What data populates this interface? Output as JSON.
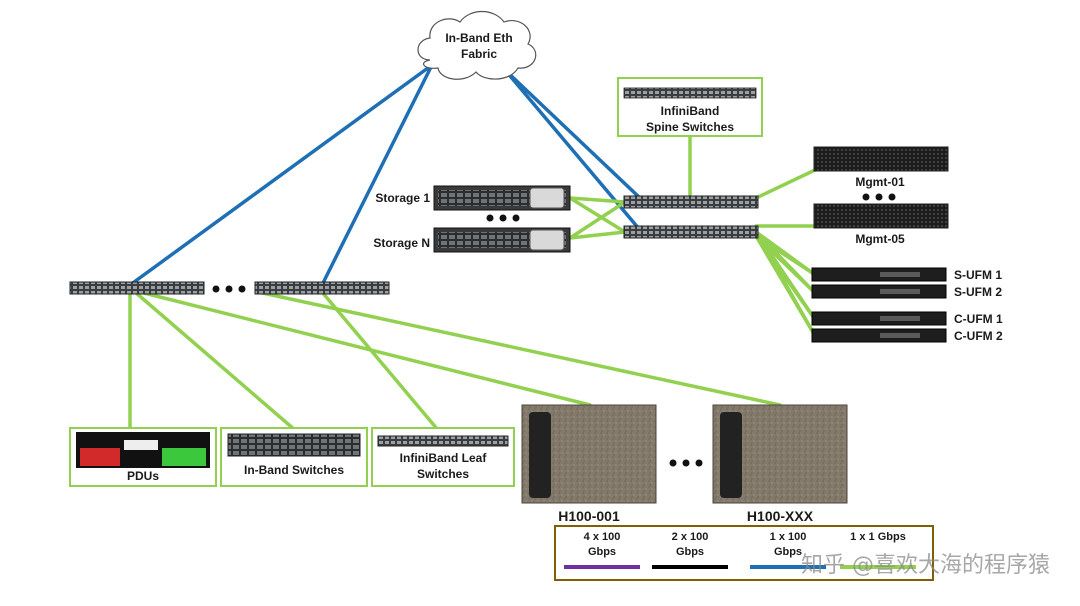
{
  "cloud": {
    "line1": "In-Band Eth",
    "line2": "Fabric"
  },
  "spine": {
    "line1": "InfiniBand",
    "line2": "Spine Switches"
  },
  "storage": {
    "first": "Storage 1",
    "last": "Storage N"
  },
  "mgmt": {
    "first": "Mgmt-01",
    "last": "Mgmt-05"
  },
  "ufm": [
    "S-UFM 1",
    "S-UFM 2",
    "C-UFM 1",
    "C-UFM 2"
  ],
  "bottom": {
    "pdus": "PDUs",
    "inband_switches": "In-Band Switches",
    "leaf_line1": "InfiniBand  Leaf",
    "leaf_line2": "Switches"
  },
  "nodes": {
    "first": "H100-001",
    "last": "H100-XXX"
  },
  "legend": [
    {
      "line1": "4 x 100",
      "line2": "Gbps",
      "color": "#7030a0"
    },
    {
      "line1": "2 x 100",
      "line2": "Gbps",
      "color": "#000000"
    },
    {
      "line1": "1 x 100",
      "line2": "Gbps",
      "color": "#1f6fb5"
    },
    {
      "line1": "1 x 1 Gbps",
      "line2": "",
      "color": "#92d050"
    }
  ],
  "colors": {
    "green_link": "#92d050",
    "blue_link": "#1f6fb5",
    "box_border": "#92d050",
    "legend_border": "#7f6000"
  },
  "watermark": "知乎 @喜欢大海的程序猿"
}
